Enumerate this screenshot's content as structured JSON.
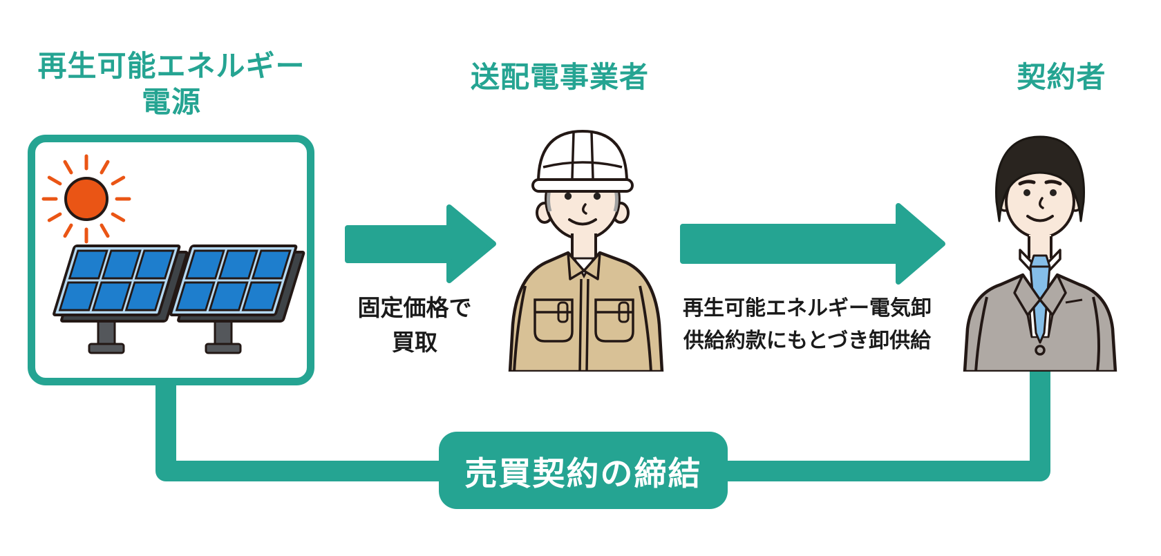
{
  "colors": {
    "teal": "#25A492",
    "text_black": "#1A1A1A",
    "banner_text": "#FFFFFF",
    "sun_orange": "#EA5515",
    "panel_cell_blue": "#1E7ECD",
    "panel_frame_blue": "#B5D9F2",
    "worker_shirt_tan": "#D8C196",
    "suit_gray": "#AFA9A4",
    "tie_blue": "#85BEE8",
    "skin": "#F9E8DA"
  },
  "source": {
    "title_line1": "再生可能エネルギー",
    "title_line2": "電源"
  },
  "operator": {
    "title": "送配電事業者"
  },
  "contractor": {
    "title": "契約者"
  },
  "arrow1": {
    "label_line1": "固定価格で",
    "label_line2": "買取"
  },
  "arrow2": {
    "label_line1": "再生可能エネルギー電気卸",
    "label_line2": "供給約款にもとづき卸供給"
  },
  "banner": {
    "label": "売買契約の締結"
  },
  "icons": [
    "sun-icon",
    "solar-panel-icon",
    "worker-icon",
    "businessman-icon",
    "block-arrow-icon"
  ]
}
